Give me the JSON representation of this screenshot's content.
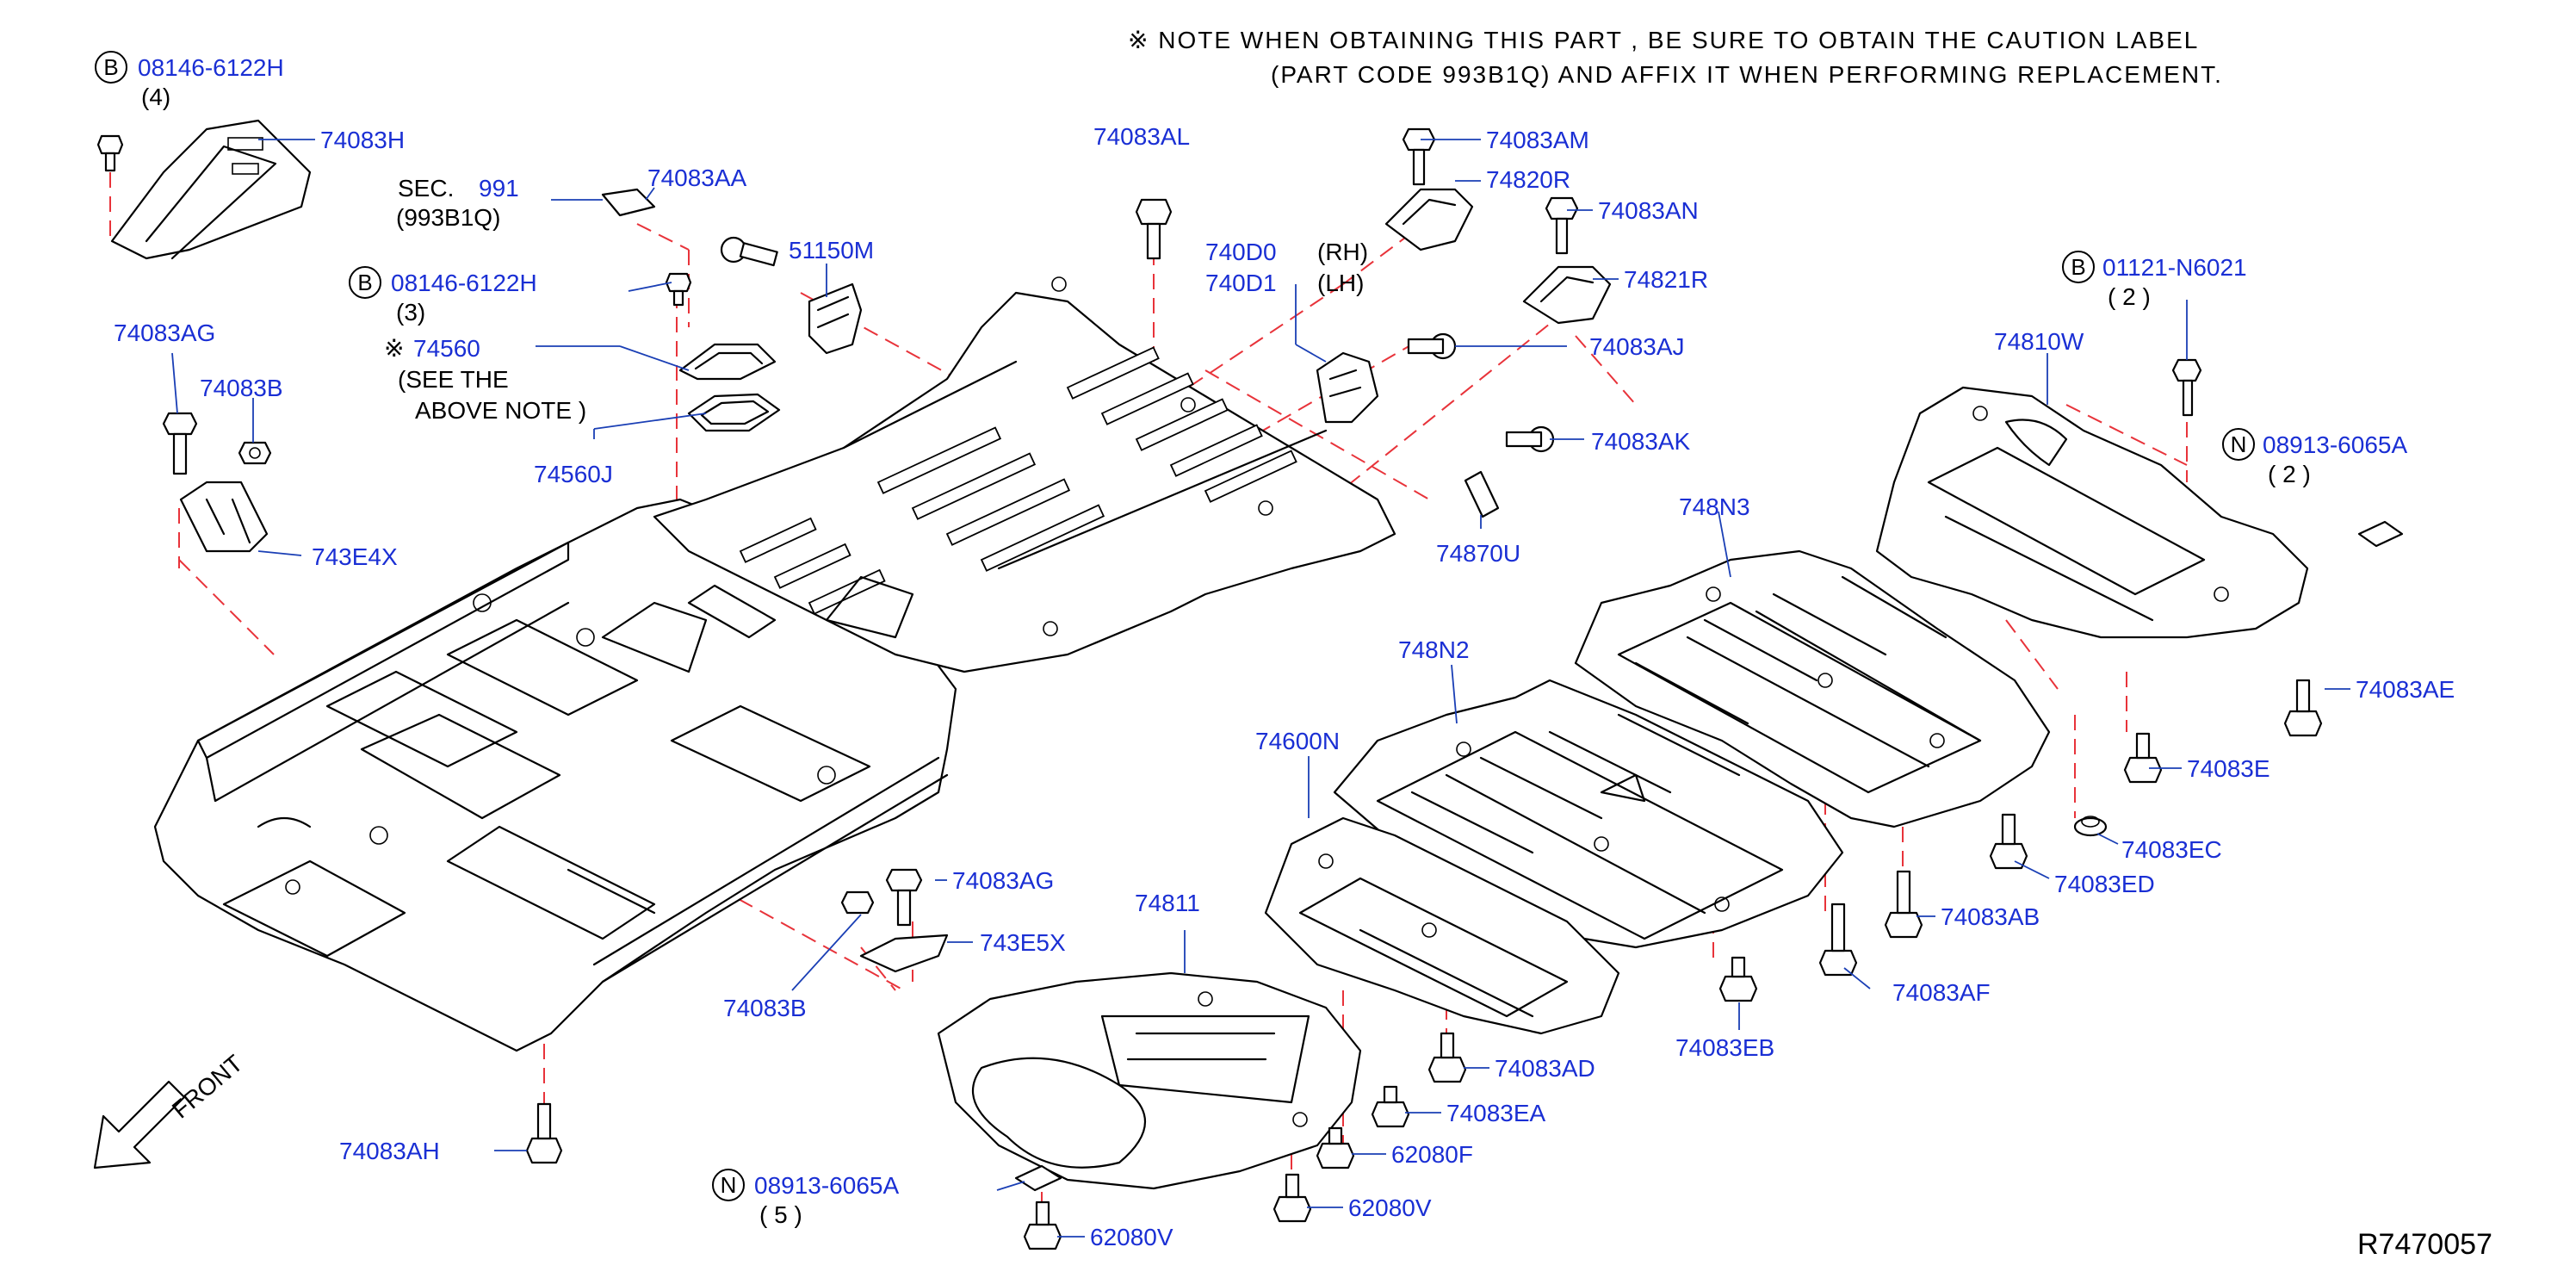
{
  "note": {
    "line1": "※ NOTE   WHEN  OBTAINING  THIS  PART  ,  BE  SURE  TO  OBTAIN  THE  CAUTION  LABEL",
    "line2": "(PART  CODE  993B1Q)  AND  AFFIX  IT  WHEN  PERFORMING  REPLACEMENT."
  },
  "section": {
    "prefix": "SEC.",
    "number": "991",
    "sub": "(993B1Q)"
  },
  "see_note": {
    "mark": "※",
    "part": "74560",
    "line1": "(SEE   THE",
    "line2": "ABOVE   NOTE  )"
  },
  "sides": {
    "rh": "(RH)",
    "lh": "(LH)"
  },
  "front_label": "FRONT",
  "reference_code": "R7470057",
  "bolts": [
    {
      "badge": "B",
      "part": "08146-6122H",
      "qty": "(4)"
    },
    {
      "badge": "B",
      "part": "08146-6122H",
      "qty": "(3)"
    },
    {
      "badge": "B",
      "part": "01121-N6021",
      "qty": "( 2 )"
    },
    {
      "badge": "N",
      "part": "08913-6065A",
      "qty": "( 2 )"
    },
    {
      "badge": "N",
      "part": "08913-6065A",
      "qty": "( 5 )"
    }
  ],
  "parts": {
    "p74083H": "74083H",
    "p74083AA": "74083AA",
    "p51150M": "51150M",
    "p74083AL": "74083AL",
    "p74083AM": "74083AM",
    "p74820R": "74820R",
    "p74083AN": "74083AN",
    "p740D0": "740D0",
    "p740D1": "740D1",
    "p74821R": "74821R",
    "p74083AJ": "74083AJ",
    "p74083AK": "74083AK",
    "p74870U": "74870U",
    "p74810W": "74810W",
    "p74083AG_top": "74083AG",
    "p74083B_top": "74083B",
    "p743E4X": "743E4X",
    "p74560J": "74560J",
    "p748N3": "748N3",
    "p748N2": "748N2",
    "p74600N": "74600N",
    "p74083AE": "74083AE",
    "p74083E": "74083E",
    "p74083EC": "74083EC",
    "p74083ED": "74083ED",
    "p74083AB": "74083AB",
    "p74083AF": "74083AF",
    "p74083EB": "74083EB",
    "p74083AG_mid": "74083AG",
    "p743E5X": "743E5X",
    "p74083B_mid": "74083B",
    "p74811": "74811",
    "p74083AD": "74083AD",
    "p74083EA": "74083EA",
    "p62080F": "62080F",
    "p62080V_a": "62080V",
    "p62080V_b": "62080V",
    "p74083AH": "74083AH"
  }
}
